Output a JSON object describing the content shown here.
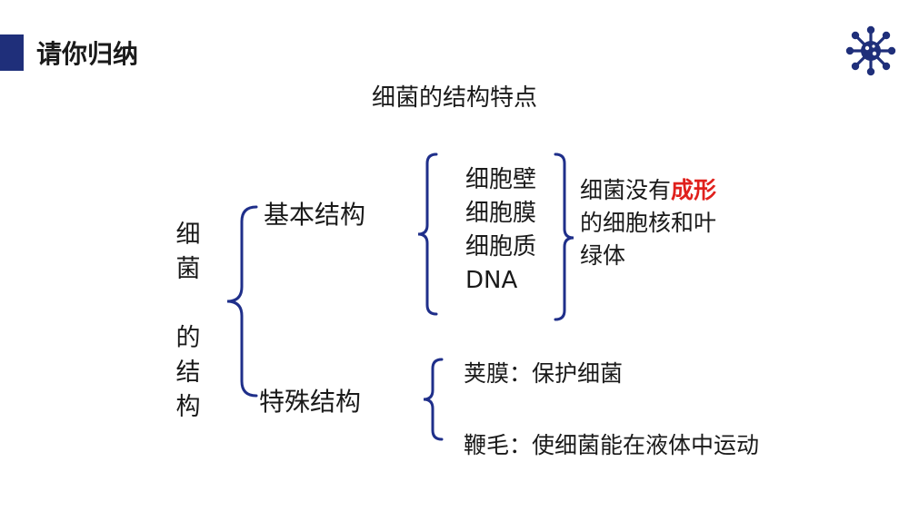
{
  "header": {
    "title": "请你归纳",
    "accent_color": "#1f2f7a",
    "logo_icon": "virus-icon"
  },
  "diagram": {
    "title": "细菌的结构特点",
    "root_chars": [
      "细",
      "菌",
      "",
      "的",
      "结",
      "构"
    ],
    "basic": {
      "label": "基本结构",
      "parts": [
        "细胞壁",
        "细胞膜",
        "细胞质",
        "DNA"
      ],
      "note_pre": "细菌没有",
      "note_highlight": "成形",
      "note_line2": "的细胞核和叶",
      "note_line3": "绿体",
      "highlight_color": "#e0201c"
    },
    "special": {
      "label": "特殊结构",
      "items": [
        "荚膜：保护细菌",
        "鞭毛：使细菌能在液体中运动"
      ]
    },
    "brace_color": "#1f2f8a"
  }
}
